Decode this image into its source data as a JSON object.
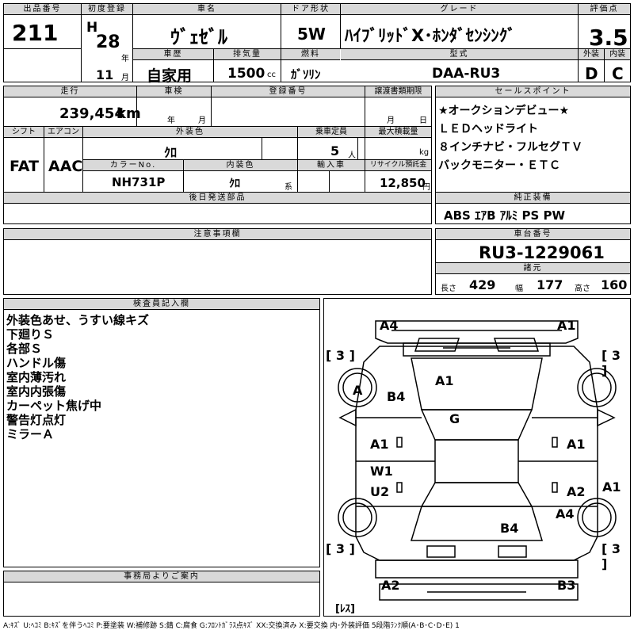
{
  "head": {
    "lot_no_label": "出品番号",
    "lot_no": "211",
    "first_reg_label": "初度登録",
    "era": "H",
    "year": "28",
    "year_unit": "年",
    "month": "11",
    "month_unit": "月",
    "car_name_label": "車名",
    "car_name": "ｳﾞｪｾﾞﾙ",
    "door_label": "ドア形状",
    "door": "5W",
    "grade_label": "グレード",
    "grade": "ﾊｲﾌﾞﾘｯﾄﾞX･ﾎﾝﾀﾞｾﾝｼﾝｸﾞ",
    "score_label": "評価点",
    "score": "3.5",
    "history_label": "車歴",
    "history": "自家用",
    "displacement_label": "排気量",
    "displacement": "1500",
    "cc": "cc",
    "fuel_label": "燃料",
    "fuel": "ｶﾞｿﾘﾝ",
    "model_label": "型式",
    "model": "DAA-RU3",
    "exterior_label": "外装",
    "exterior": "D",
    "interior_label": "内装",
    "interior": "C"
  },
  "row2": {
    "mileage_label": "走行",
    "mileage": "239,454",
    "km": "km",
    "inspection_label": "車検",
    "year_unit": "年",
    "month_unit": "月",
    "reg_no_label": "登録番号",
    "transfer_label": "譲渡書類期限",
    "day_unit": "日",
    "shift_label": "シフト",
    "shift": "FAT",
    "ac_label": "エアコン",
    "ac": "AAC",
    "ext_color_label": "外装色",
    "ext_color": "ｸﾛ",
    "capacity_label": "乗車定員",
    "capacity": "5",
    "capacity_unit": "人",
    "max_load_label": "最大積載量",
    "max_load_unit": "kg",
    "color_no_label": "カラーNo.",
    "color_no": "NH731P",
    "int_color_label": "内装色",
    "int_color": "ｸﾛ",
    "int_color_unit": "系",
    "import_label": "輸入車",
    "recycle_label": "リサイクル預託金",
    "recycle": "12,850",
    "recycle_unit": "円",
    "later_label": "後日発送部品"
  },
  "sales": {
    "label": "セールスポイント",
    "items": [
      "★オークションデビュー★",
      "ＬＥＤヘッドライト",
      "８インチナビ・フルセグＴＶ",
      "バックモニター・ＥＴＣ"
    ]
  },
  "equip": {
    "label": "純正装備",
    "value": "ABS ｴｱB ｱﾙﾐ PS PW"
  },
  "caution": {
    "label": "注意事項欄"
  },
  "chassis": {
    "label": "車台番号",
    "value": "RU3-1229061"
  },
  "specs": {
    "label": "諸元",
    "length_label": "長さ",
    "length": "429",
    "width_label": "幅",
    "width": "177",
    "height_label": "高さ",
    "height": "160"
  },
  "inspector": {
    "label": "検査員記入欄",
    "notes": [
      "外装色あせ、うすい線キズ",
      "下廻りＳ",
      "各部Ｓ",
      "ハンドル傷",
      "室内薄汚れ",
      "室内内張傷",
      "カーペット焦げ中",
      "警告灯点灯",
      "ミラーＡ"
    ]
  },
  "office": {
    "label": "事務局よりご案内"
  },
  "diagram": {
    "labels": {
      "a4_top": "A4",
      "a1_top": "A1",
      "tire_left": "[ 3 ]",
      "tire_right": "[ 3 ]",
      "a_wheel": "A",
      "b4_left": "B4",
      "a1_hood": "A1",
      "g": "G",
      "a1_left_door": "A1",
      "a1_right_door": "A1",
      "w1": "W1",
      "u2": "U2",
      "a2_right": "A2",
      "a1_right": "A1",
      "a4_right": "A4",
      "b4_rear": "B4",
      "tire_bl": "[ 3 ]",
      "tire_br": "[ 3 ]",
      "a2_bottom": "A2",
      "b3_bottom": "B3",
      "spare": "[ﾚｽ]"
    }
  },
  "legend": "A:ｷｽﾞ U:ﾍｺﾐ B:ｷｽﾞを伴うﾍｺﾐ P:要塗装 W:補修跡 S:錆 C:腐食 G:ﾌﾛﾝﾄｶﾞﾗｽ点ｷｽﾞ XX:交換済み X:要交換 内･外装評価 5段階ﾗﾝｸ順(A･B･C･D･E) 1"
}
